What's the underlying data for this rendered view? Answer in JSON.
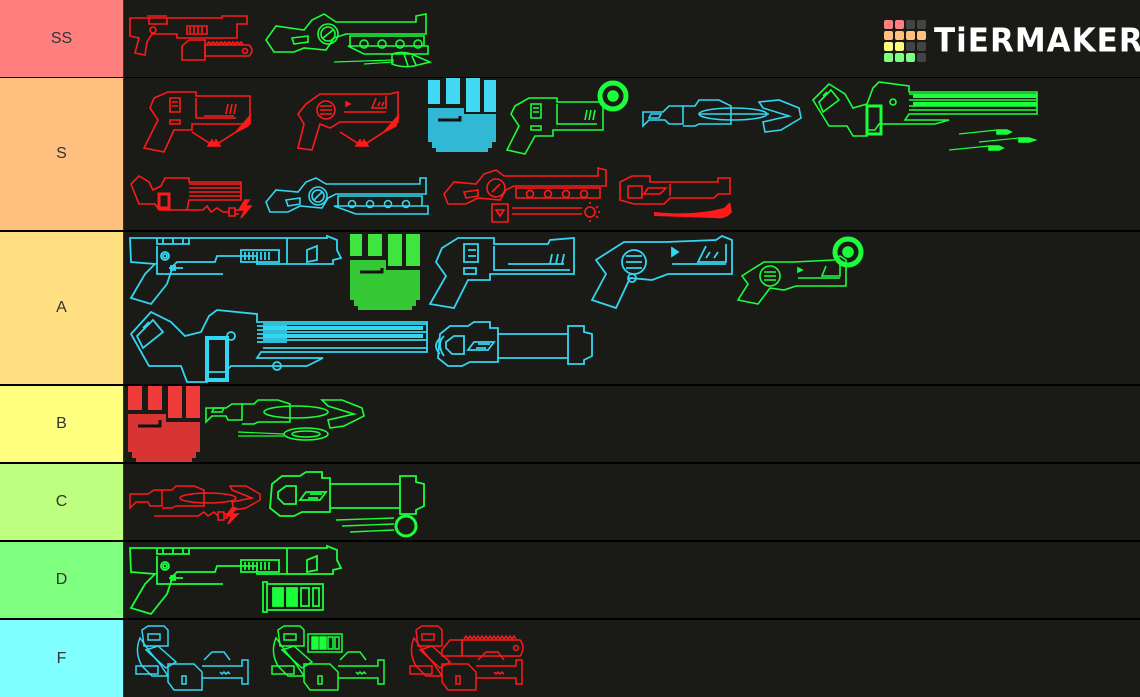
{
  "brand": {
    "name": "TiERMAKER",
    "logo_grid": [
      [
        "#ff7f7f",
        "#ff7f7f",
        "#444444",
        "#444444"
      ],
      [
        "#ffbf7f",
        "#ffbf7f",
        "#ffbf7f",
        "#ffbf7f"
      ],
      [
        "#ffff7f",
        "#ffff7f",
        "#444444",
        "#444444"
      ],
      [
        "#7fff7f",
        "#7fff7f",
        "#7fff7f",
        "#444444"
      ]
    ]
  },
  "colors": {
    "red": "#ff1a1a",
    "green": "#1aff3a",
    "cyan": "#33d6f2",
    "background": "#1a1a17"
  },
  "tiers": [
    {
      "label": "SS",
      "color": "#ff7f7f",
      "items": [
        {
          "name": "shotgun-chainsaw",
          "color": "red"
        },
        {
          "name": "ballista-drill",
          "color": "green"
        }
      ]
    },
    {
      "label": "S",
      "color": "#ffbf7f",
      "items": [
        {
          "name": "pistol-explosive-shot",
          "color": "red"
        },
        {
          "name": "revolver-explosive-shot",
          "color": "red"
        },
        {
          "name": "fist",
          "color": "cyan"
        },
        {
          "name": "pistol-target",
          "color": "green"
        },
        {
          "name": "grapple-arm",
          "color": "cyan"
        },
        {
          "name": "minigun-missiles",
          "color": "green"
        },
        {
          "name": "minigun-shock",
          "color": "red"
        },
        {
          "name": "ballista",
          "color": "cyan"
        },
        {
          "name": "ballista-hook",
          "color": "red"
        },
        {
          "name": "cannon-fire",
          "color": "red"
        }
      ]
    },
    {
      "label": "A",
      "color": "#ffdf7f",
      "items": [
        {
          "name": "shotgun",
          "color": "cyan"
        },
        {
          "name": "fist",
          "color": "green"
        },
        {
          "name": "pistol",
          "color": "cyan"
        },
        {
          "name": "revolver",
          "color": "cyan"
        },
        {
          "name": "revolver-target",
          "color": "green"
        },
        {
          "name": "minigun",
          "color": "cyan"
        },
        {
          "name": "cannon",
          "color": "cyan"
        }
      ]
    },
    {
      "label": "B",
      "color": "#ffff7f",
      "items": [
        {
          "name": "fist",
          "color": "red"
        },
        {
          "name": "grapple-arm-disc",
          "color": "green"
        }
      ]
    },
    {
      "label": "C",
      "color": "#bfff7f",
      "items": [
        {
          "name": "grapple-arm-shock",
          "color": "red"
        },
        {
          "name": "cannon-ball",
          "color": "green"
        }
      ]
    },
    {
      "label": "D",
      "color": "#7fff7f",
      "items": [
        {
          "name": "shotgun-battery",
          "color": "green"
        }
      ]
    },
    {
      "label": "F",
      "color": "#7fffff",
      "items": [
        {
          "name": "arm-launcher",
          "color": "cyan"
        },
        {
          "name": "arm-launcher-battery",
          "color": "green"
        },
        {
          "name": "arm-launcher-chainsaw",
          "color": "red"
        }
      ]
    }
  ]
}
